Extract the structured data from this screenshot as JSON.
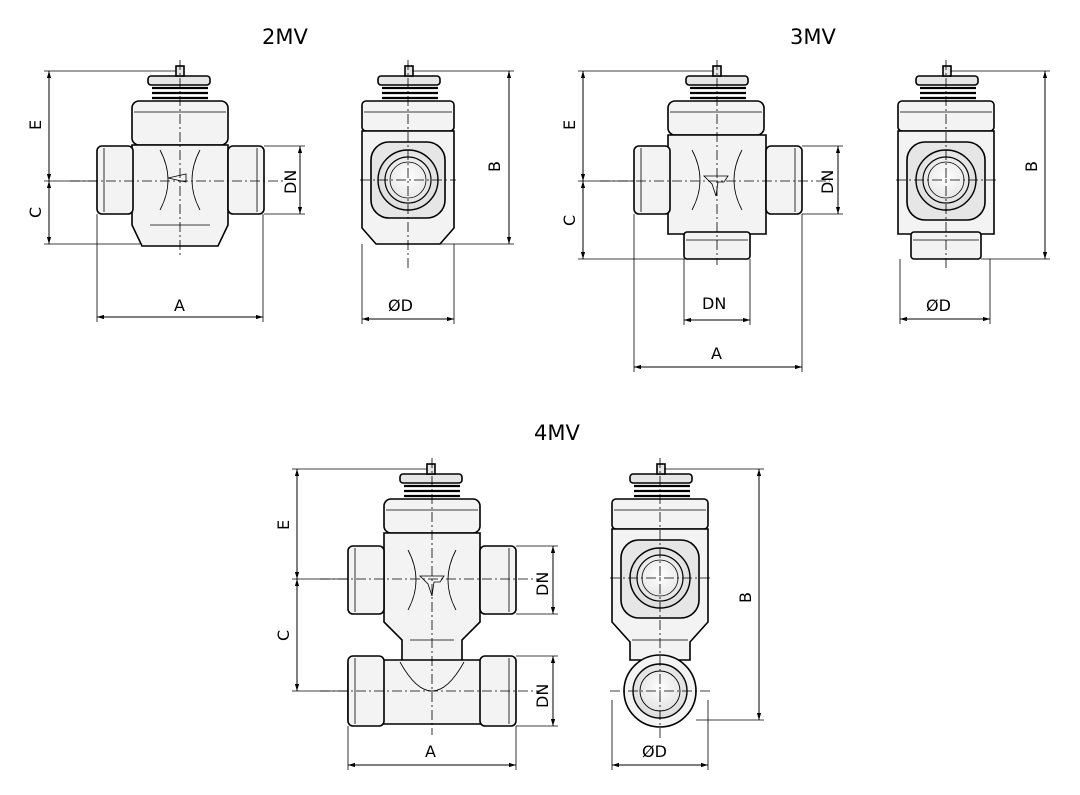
{
  "views": {
    "mv2": {
      "title": "2MV",
      "labels": {
        "e": "E",
        "c": "C",
        "a": "A",
        "dn": "DN",
        "b": "B",
        "d": "ØD"
      }
    },
    "mv3": {
      "title": "3MV",
      "labels": {
        "e": "E",
        "c": "C",
        "a": "A",
        "dn_side": "DN",
        "dn_bottom": "DN",
        "b": "B",
        "d": "ØD"
      }
    },
    "mv4": {
      "title": "4MV",
      "labels": {
        "e": "E",
        "c": "C",
        "a": "A",
        "dn_top": "DN",
        "dn_bottom": "DN",
        "b": "B",
        "d": "ØD"
      }
    }
  }
}
